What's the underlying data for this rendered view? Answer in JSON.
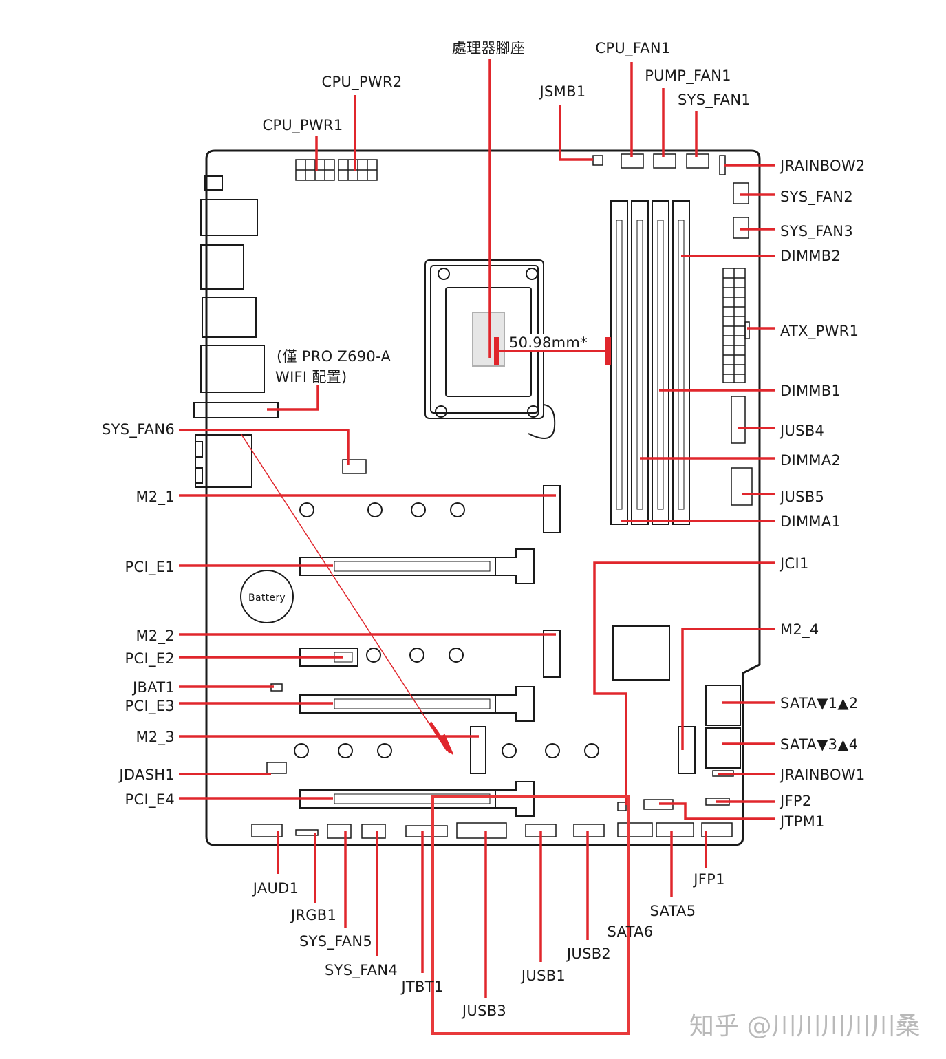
{
  "diagram": {
    "colors": {
      "leader": "#e0262c",
      "outline": "#1a1a1a",
      "highlight": "#e8393b"
    },
    "top_labels": {
      "socket": "處理器腳座",
      "cpu_fan1": "CPU_FAN1",
      "pump_fan1": "PUMP_FAN1",
      "sys_fan1": "SYS_FAN1",
      "jsmb1": "JSMB1",
      "cpu_pwr2": "CPU_PWR2",
      "cpu_pwr1": "CPU_PWR1"
    },
    "right_labels": {
      "jrainbow2": "JRAINBOW2",
      "sys_fan2": "SYS_FAN2",
      "sys_fan3": "SYS_FAN3",
      "dimmb2": "DIMMB2",
      "atx_pwr1": "ATX_PWR1",
      "dimmb1": "DIMMB1",
      "jusb4": "JUSB4",
      "dimma2": "DIMMA2",
      "jusb5": "JUSB5",
      "dimma1": "DIMMA1",
      "jci1": "JCI1",
      "m2_4": "M2_4",
      "sata12": "SATA▼1▲2",
      "sata34": "SATA▼3▲4",
      "jrainbow1": "JRAINBOW1",
      "jfp2": "JFP2",
      "jtpm1": "JTPM1"
    },
    "left_labels": {
      "sys_fan6": "SYS_FAN6",
      "m2_1": "M2_1",
      "pci_e1": "PCI_E1",
      "m2_2": "M2_2",
      "pci_e2": "PCI_E2",
      "jbat1": "JBAT1",
      "pci_e3": "PCI_E3",
      "m2_3": "M2_3",
      "jdash1": "JDASH1",
      "pci_e4": "PCI_E4"
    },
    "bottom_labels": {
      "jaud1": "JAUD1",
      "jrgb1": "JRGB1",
      "sys_fan5": "SYS_FAN5",
      "sys_fan4": "SYS_FAN4",
      "jtbt1": "JTBT1",
      "jusb3": "JUSB3",
      "jusb1": "JUSB1",
      "jusb2": "JUSB2",
      "sata6": "SATA6",
      "sata5": "SATA5",
      "jfp1": "JFP1"
    },
    "wifi_note_line1": "(僅 PRO Z690-A",
    "wifi_note_line2": "WIFI 配置)",
    "battery": "Battery",
    "distance": "50.98mm*",
    "watermark": "知乎 @川川川川川桑"
  }
}
